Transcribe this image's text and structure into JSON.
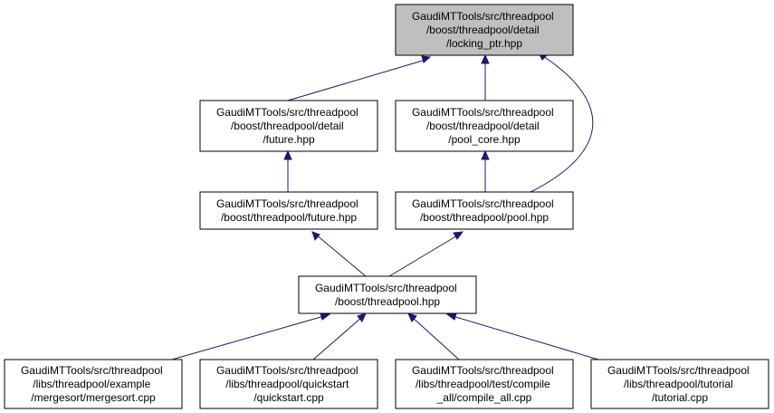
{
  "colors": {
    "edge": "#191970",
    "node_fill": "#ffffff",
    "highlight_fill": "#bfbfbf",
    "border": "#000000"
  },
  "nodes": {
    "locking_ptr": [
      "GaudiMTTools/src/threadpool",
      "/boost/threadpool/detail",
      "/locking_ptr.hpp"
    ],
    "detail_future": [
      "GaudiMTTools/src/threadpool",
      "/boost/threadpool/detail",
      "/future.hpp"
    ],
    "pool_core": [
      "GaudiMTTools/src/threadpool",
      "/boost/threadpool/detail",
      "/pool_core.hpp"
    ],
    "future": [
      "GaudiMTTools/src/threadpool",
      "/boost/threadpool/future.hpp"
    ],
    "pool": [
      "GaudiMTTools/src/threadpool",
      "/boost/threadpool/pool.hpp"
    ],
    "threadpool": [
      "GaudiMTTools/src/threadpool",
      "/boost/threadpool.hpp"
    ],
    "mergesort": [
      "GaudiMTTools/src/threadpool",
      "/libs/threadpool/example",
      "/mergesort/mergesort.cpp"
    ],
    "quickstart": [
      "GaudiMTTools/src/threadpool",
      "/libs/threadpool/quickstart",
      "/quickstart.cpp"
    ],
    "compile_all": [
      "GaudiMTTools/src/threadpool",
      "/libs/threadpool/test/compile",
      "_all/compile_all.cpp"
    ],
    "tutorial": [
      "GaudiMTTools/src/threadpool",
      "/libs/threadpool/tutorial",
      "/tutorial.cpp"
    ]
  }
}
